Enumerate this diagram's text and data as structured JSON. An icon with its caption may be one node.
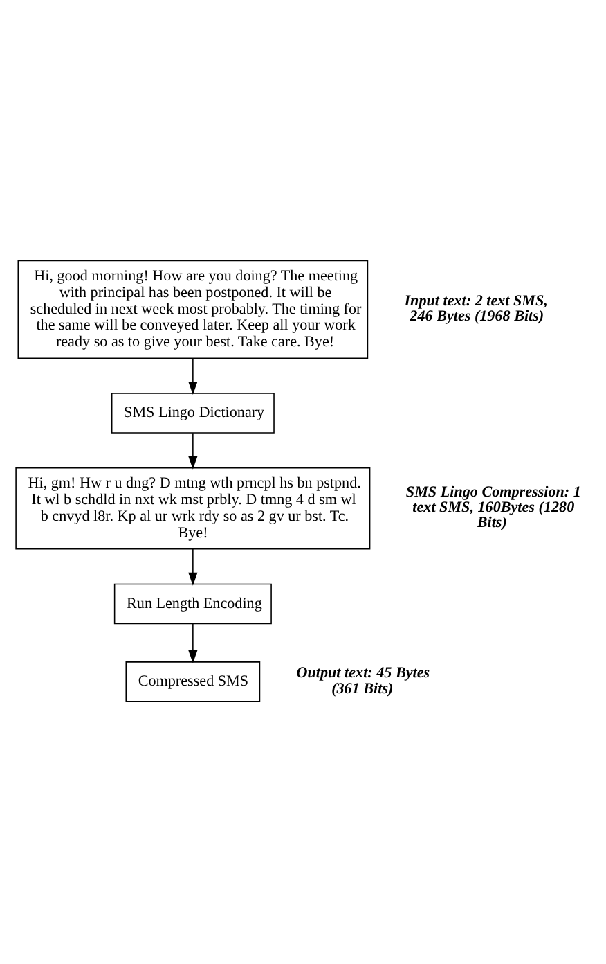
{
  "diagram": {
    "nodes": [
      {
        "text": [
          "Hi, good morning! How are you doing? The meeting with principal has been postponed. It will be scheduled in next week most probably. The timing for the same will be conveyed later. Keep all your work ready so as to give your best. Take care. Bye!"
        ],
        "beside": [
          "Input text: 2 text SMS, 246 Bytes (1968 Bits)"
        ]
      },
      {
        "text": [
          "SMS Lingo Dictionary"
        ]
      },
      {
        "text": [
          "Hi, gm! Hw r u dng? D mtng wth prncpl hs bn pstpnd. It wl b schdld in nxt wk mst prbly. D tmng 4 d sm wl b cnvyd l8r. Kp al ur wrk rdy so as 2 gv ur bst. Tc. Bye!"
        ],
        "beside": [
          "SMS Lingo Compression: 1 text SMS, 160Bytes (1280 Bits)"
        ]
      },
      {
        "text": [
          "Run Length Encoding"
        ]
      },
      {
        "text": [
          "Compressed SMS"
        ],
        "beside": [
          "Output text: 45 Bytes (361 Bits)"
        ]
      }
    ],
    "edges": [
      {
        "from": 0,
        "to": 1,
        "arrow": "to"
      },
      {
        "from": 1,
        "to": 2,
        "arrow": "to"
      },
      {
        "from": 2,
        "to": 3,
        "arrow": "to"
      },
      {
        "from": 3,
        "to": 4,
        "arrow": "to"
      }
    ]
  }
}
